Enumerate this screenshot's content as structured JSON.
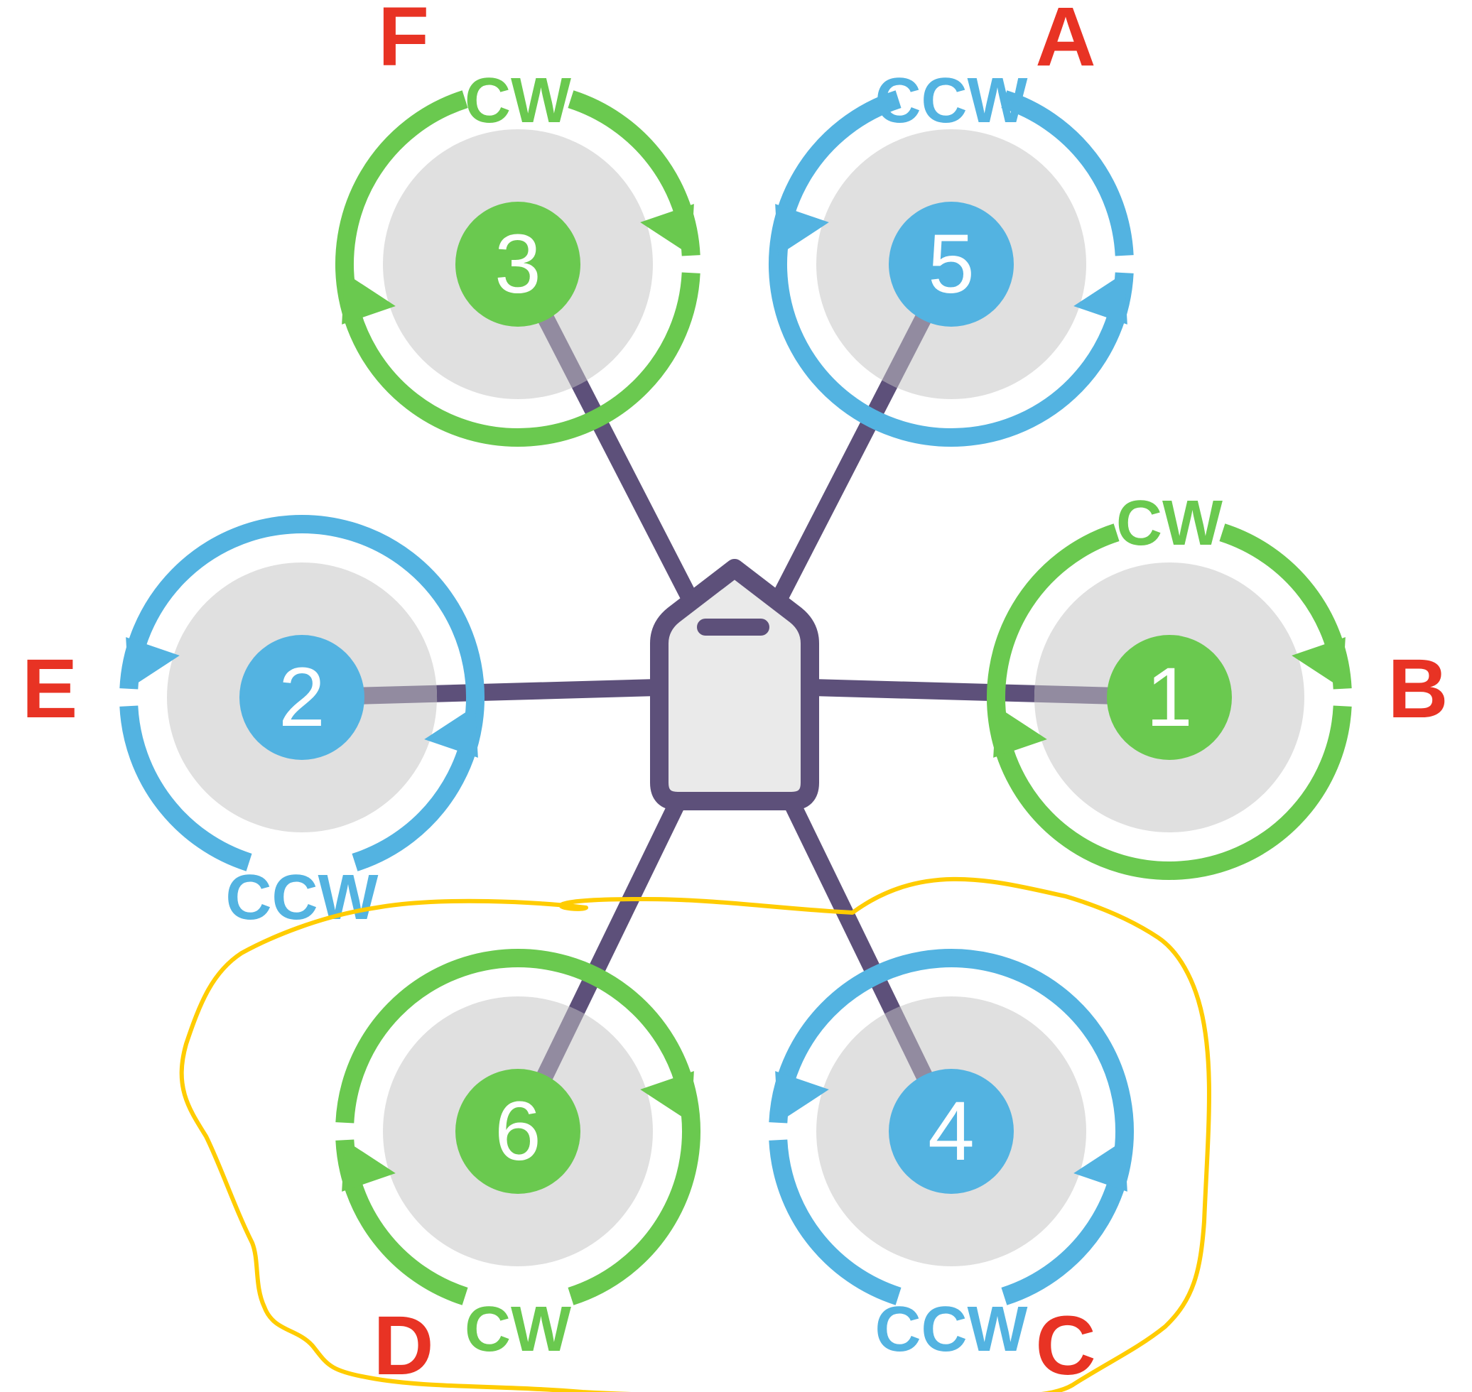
{
  "title": "Hexacopter motor layout and rotation directions",
  "colors": {
    "cw": "#6AC94F",
    "ccw": "#53B3E1",
    "frame": "#5D507A",
    "arm_over_prop": "#928BA0",
    "prop_disc": "#E0E0E0",
    "hub_fill": "#EAEAEA",
    "position_letter": "#E83324",
    "annotation": "#FFCC00",
    "number_text": "#FFFFFF"
  },
  "motors": [
    {
      "id": "motor-1",
      "number": "1",
      "rotation": "CW",
      "position": "B"
    },
    {
      "id": "motor-2",
      "number": "2",
      "rotation": "CCW",
      "position": "E"
    },
    {
      "id": "motor-3",
      "number": "3",
      "rotation": "CW",
      "position": "F"
    },
    {
      "id": "motor-4",
      "number": "4",
      "rotation": "CCW",
      "position": "C"
    },
    {
      "id": "motor-5",
      "number": "5",
      "rotation": "CCW",
      "position": "A"
    },
    {
      "id": "motor-6",
      "number": "6",
      "rotation": "CW",
      "position": "D"
    }
  ],
  "annotation": {
    "description": "hand-drawn yellow outline around motors 6 and 4 (positions D and C)",
    "encloses": [
      "motor-6",
      "motor-4"
    ]
  }
}
